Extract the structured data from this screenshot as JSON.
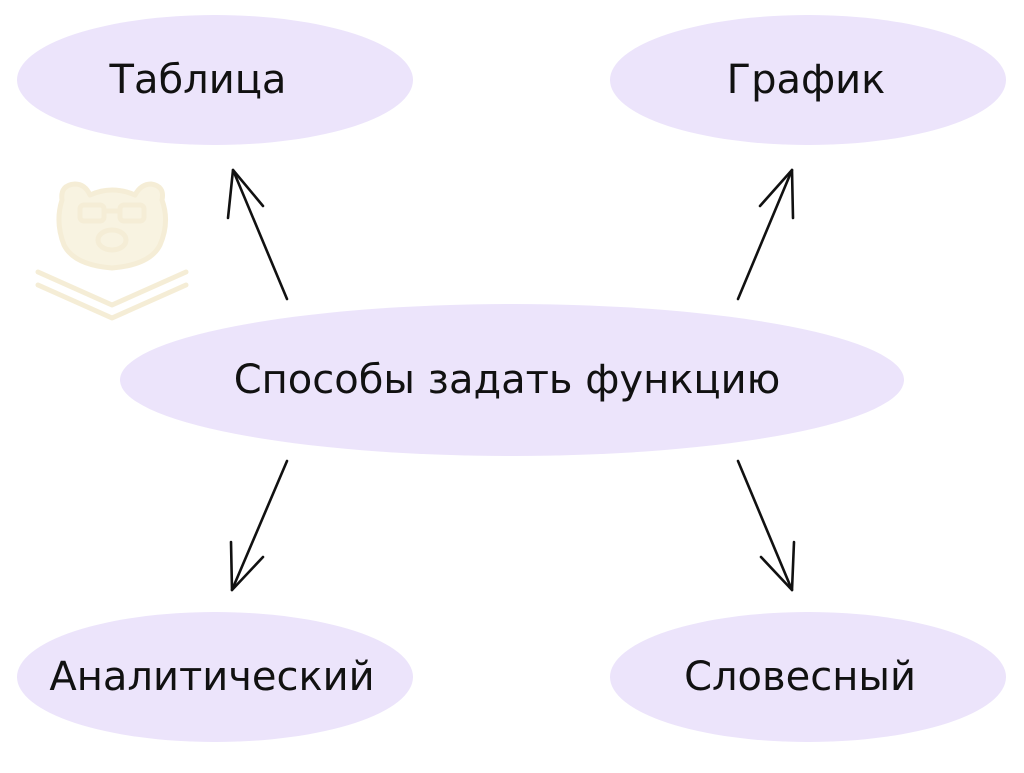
{
  "diagram": {
    "center": {
      "label": "Способы задать функцию"
    },
    "top_left": {
      "label": "Таблица"
    },
    "top_right": {
      "label": "График"
    },
    "bottom_left": {
      "label": "Аналитический"
    },
    "bottom_right": {
      "label": "Словесный"
    }
  },
  "colors": {
    "node_fill": "#ece4fb",
    "arrow": "#111111",
    "text": "#111111",
    "watermark": "#f4ecd2"
  },
  "icons": {
    "watermark": "bear-with-glasses-logo-icon"
  }
}
